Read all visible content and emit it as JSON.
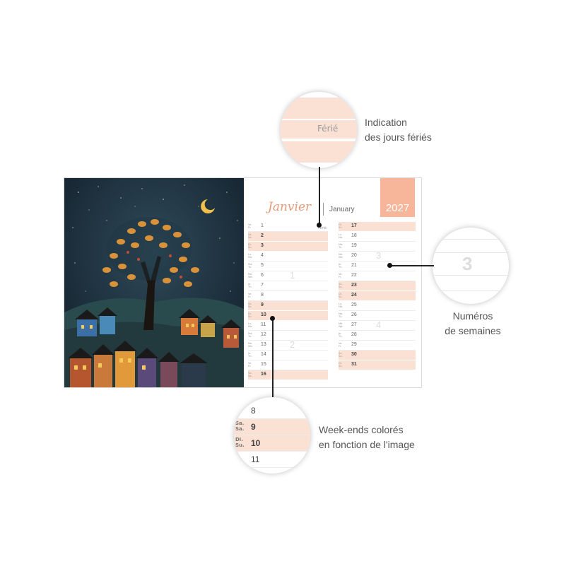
{
  "callouts": {
    "holidays": {
      "line1": "Indication",
      "line2": "des jours fériés",
      "tag": "Férié"
    },
    "weeks": {
      "line1": "Numéros",
      "line2": "de semaines",
      "sample": "3"
    },
    "weekends": {
      "line1": "Week-ends colorés",
      "line2": "en fonction de l'image",
      "rows": [
        {
          "abbr": "",
          "num": "8",
          "weekend": false
        },
        {
          "abbr": "Sa.\nSa.",
          "num": "9",
          "weekend": true
        },
        {
          "abbr": "Di.\nSu.",
          "num": "10",
          "weekend": true
        },
        {
          "abbr": "",
          "num": "11",
          "weekend": false
        }
      ]
    }
  },
  "calendar": {
    "month_fr": "Janvier",
    "month_en": "January",
    "year": "2027",
    "holiday_label": "Férié",
    "colors": {
      "weekend": "#fbe1d4",
      "accent": "#f7b59a",
      "script": "#e49b7a"
    },
    "left_column": [
      {
        "abbr": "Ve.\nFr.",
        "num": "1",
        "weekend": false,
        "holiday": true
      },
      {
        "abbr": "Sa.\nSa.",
        "num": "2",
        "weekend": true
      },
      {
        "abbr": "Di.\nSu.",
        "num": "3",
        "weekend": true
      },
      {
        "abbr": "Lu.\nMo.",
        "num": "4",
        "weekend": false
      },
      {
        "abbr": "Ma.\nTu.",
        "num": "5",
        "weekend": false
      },
      {
        "abbr": "Me.\nWe.",
        "num": "6",
        "weekend": false
      },
      {
        "abbr": "Je.\nTh.",
        "num": "7",
        "weekend": false
      },
      {
        "abbr": "Ve.\nFr.",
        "num": "8",
        "weekend": false
      },
      {
        "abbr": "Sa.\nSa.",
        "num": "9",
        "weekend": true
      },
      {
        "abbr": "Di.\nSu.",
        "num": "10",
        "weekend": true
      },
      {
        "abbr": "Lu.\nMo.",
        "num": "11",
        "weekend": false
      },
      {
        "abbr": "Ma.\nTu.",
        "num": "12",
        "weekend": false
      },
      {
        "abbr": "Me.\nWe.",
        "num": "13",
        "weekend": false
      },
      {
        "abbr": "Je.\nTh.",
        "num": "14",
        "weekend": false
      },
      {
        "abbr": "Ve.\nFr.",
        "num": "15",
        "weekend": false
      },
      {
        "abbr": "Sa.\nSa.",
        "num": "16",
        "weekend": true
      }
    ],
    "right_column": [
      {
        "abbr": "Di.\nSu.",
        "num": "17",
        "weekend": true
      },
      {
        "abbr": "Lu.\nMo.",
        "num": "18",
        "weekend": false
      },
      {
        "abbr": "Ma.\nTu.",
        "num": "19",
        "weekend": false
      },
      {
        "abbr": "Me.\nWe.",
        "num": "20",
        "weekend": false
      },
      {
        "abbr": "Je.\nTh.",
        "num": "21",
        "weekend": false
      },
      {
        "abbr": "Ve.\nFr.",
        "num": "22",
        "weekend": false
      },
      {
        "abbr": "Sa.\nSa.",
        "num": "23",
        "weekend": true
      },
      {
        "abbr": "Di.\nSu.",
        "num": "24",
        "weekend": true
      },
      {
        "abbr": "Lu.\nMo.",
        "num": "25",
        "weekend": false
      },
      {
        "abbr": "Ma.\nTu.",
        "num": "26",
        "weekend": false
      },
      {
        "abbr": "Me.\nWe.",
        "num": "27",
        "weekend": false
      },
      {
        "abbr": "Je.\nTh.",
        "num": "28",
        "weekend": false
      },
      {
        "abbr": "Ve.\nFr.",
        "num": "29",
        "weekend": false
      },
      {
        "abbr": "Sa.\nSa.",
        "num": "30",
        "weekend": true
      },
      {
        "abbr": "Di.\nSu.",
        "num": "31",
        "weekend": true
      }
    ],
    "week_numbers": [
      "1",
      "2",
      "3",
      "4"
    ]
  }
}
